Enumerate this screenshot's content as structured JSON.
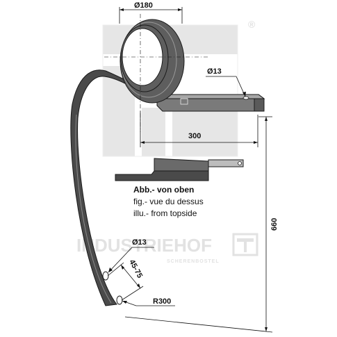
{
  "dimensions": {
    "coil_diameter": "Ø180",
    "bolt_hole_top": "Ø13",
    "mount_length": "300",
    "total_height": "660",
    "bolt_hole_tip": "Ø13",
    "hole_spacing": "45-75",
    "tip_radius": "R300"
  },
  "caption": {
    "heading": "Abb.- von oben",
    "french": "fig.- vue du dessus",
    "english": "illu.- from topside"
  },
  "watermark": {
    "brand": "INDUSTRIEHOF",
    "sub": "SCHERENBOSTEL",
    "registered": "®"
  },
  "colors": {
    "steel": "#4a4a4a",
    "steel_light": "#8a8a8a",
    "watermark": "#e2e2e2",
    "line": "#111111"
  }
}
